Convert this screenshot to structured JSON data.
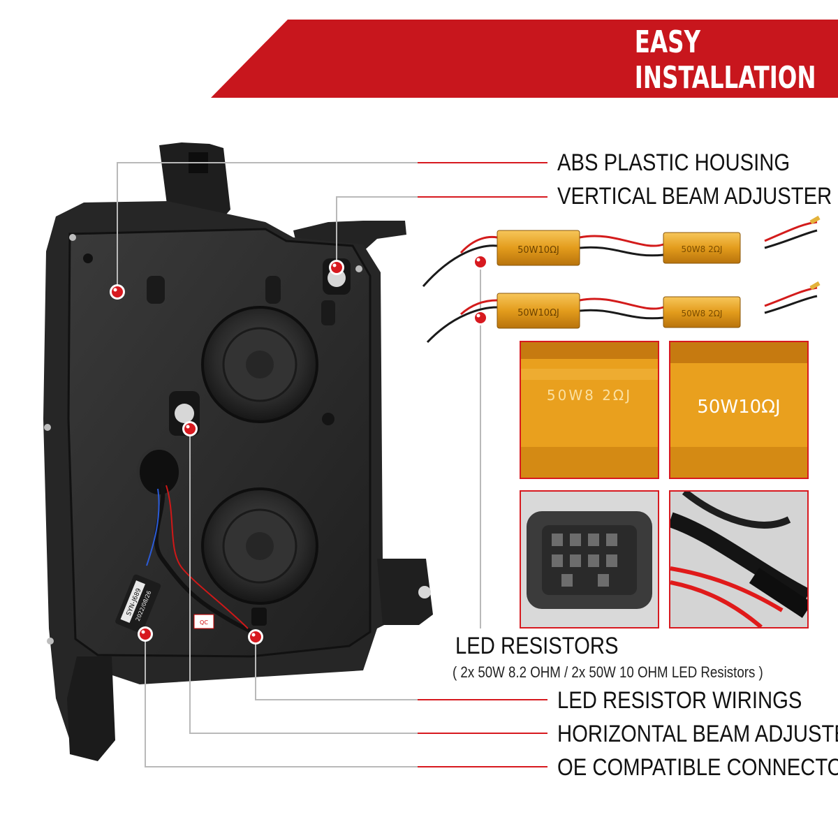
{
  "banner": {
    "title": "EASY INSTALLATION",
    "color": "#c8161d"
  },
  "callouts": {
    "abs_housing": "ABS PLASTIC HOUSING",
    "vertical_adjuster": "VERTICAL BEAM ADJUSTER",
    "led_resistors": "LED RESISTORS",
    "led_resistors_detail": "( 2x 50W 8.2 OHM / 2x 50W 10 OHM LED Resistors )",
    "resistor_wirings": "LED RESISTOR WIRINGS",
    "horizontal_adjuster": "HORIZONTAL BEAM ADJUSTER",
    "oe_connector": "OE COMPATIBLE CONNECTOR"
  },
  "resistors": {
    "label_10ohm": "50W10ΩJ",
    "label_8ohm": "50W8 2ΩJ"
  },
  "panels": {
    "closeup_8ohm": "50W8 2ΩJ",
    "closeup_10ohm": "50W10ΩJ"
  },
  "connector_tag": {
    "part_number": "SYN-J689",
    "date": "2022/08/26",
    "qc": "QC"
  },
  "colors": {
    "accent_red": "#d7191f",
    "resistor_gold": "#e7a21f",
    "housing_black": "#2b2b2b"
  }
}
